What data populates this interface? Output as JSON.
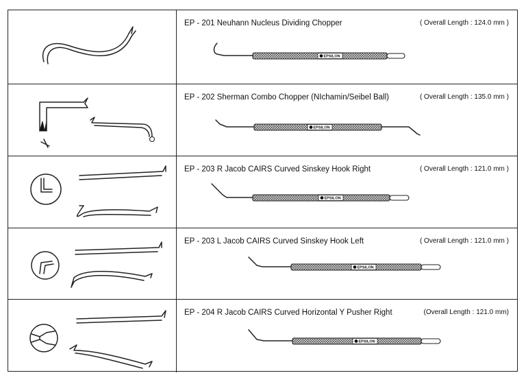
{
  "brand": "EPSILON",
  "products": [
    {
      "code": "EP - 201",
      "name": "Neuhann Nucleus Dividing Chopper",
      "length": "( Overall Length : 124.0 mm )"
    },
    {
      "code": "EP - 202",
      "name": "Sherman Combo Chopper (NIchamin/Seibel Ball)",
      "length": "( Overall Length : 135.0 mm )"
    },
    {
      "code": "EP - 203 R",
      "name": "Jacob CAIRS Curved Sinskey Hook Right",
      "length": "( Overall Length : 121.0 mm )"
    },
    {
      "code": "EP - 203 L",
      "name": "Jacob CAIRS Curved Sinskey Hook Left",
      "length": "( Overall Length : 121.0 mm )"
    },
    {
      "code": "EP - 204 R",
      "name": "Jacob CAIRS Curved Horizontal Y Pusher Right",
      "length": "(Overall Length : 121.0 mm)"
    }
  ],
  "icons": [
    "chopper-tip-icon",
    "combo-chopper-tip-icon",
    "sinskey-hook-right-tip-icon",
    "sinskey-hook-left-tip-icon",
    "y-pusher-tip-icon"
  ]
}
